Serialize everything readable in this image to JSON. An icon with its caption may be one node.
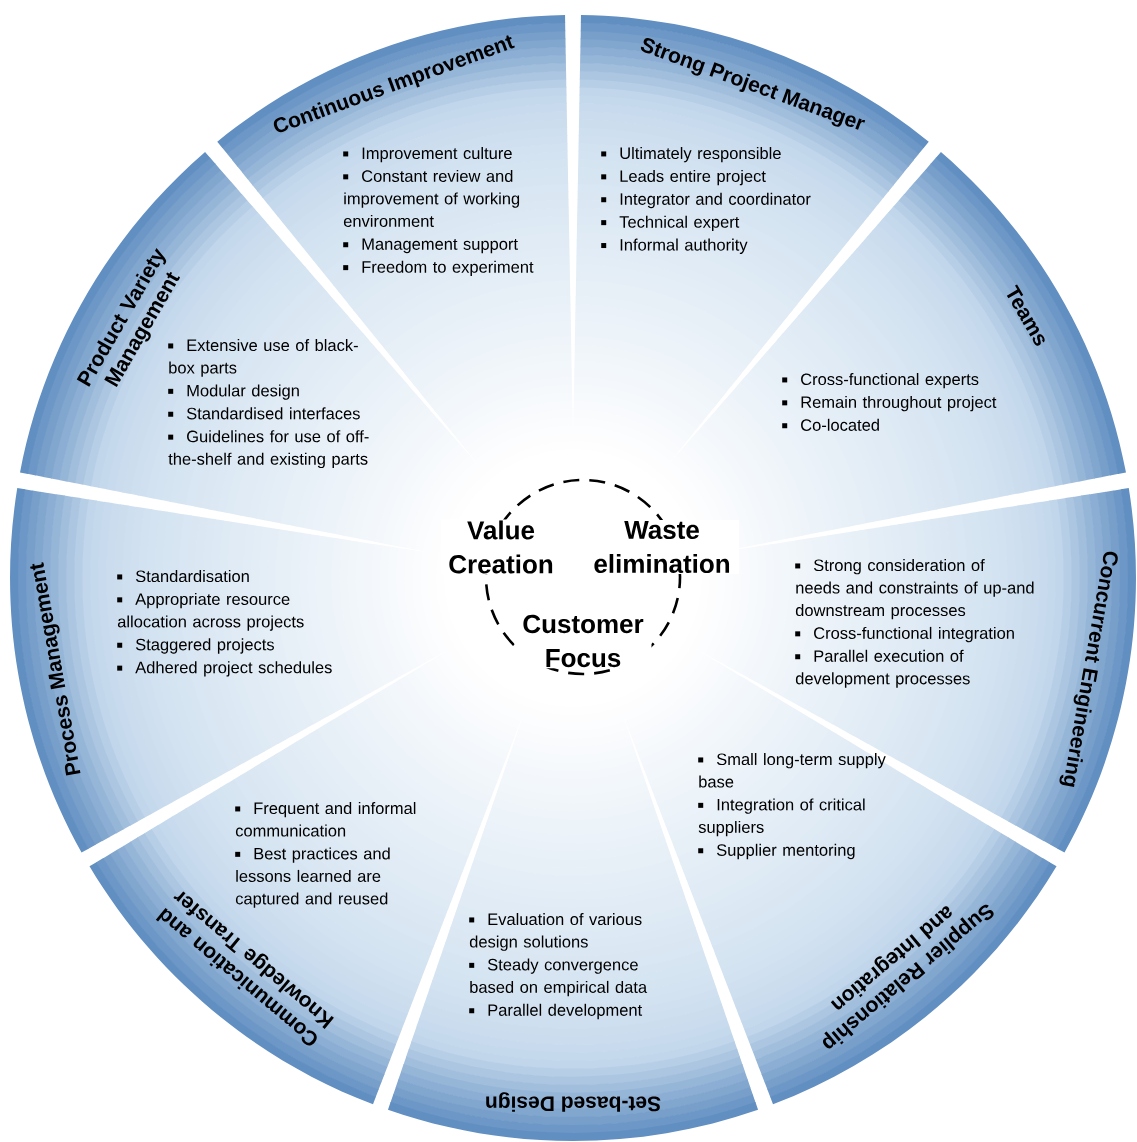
{
  "diagram": {
    "nodes": [
      {
        "text": [
          "Continuous Improvement",
          "Improvement culture",
          "Constant review and improvement of working environment",
          "Management support",
          "Freedom to experiment"
        ]
      },
      {
        "text": [
          "Strong Project Manager",
          "Ultimately responsible",
          "Leads entire project",
          "Integrator and coordinator",
          "Technical expert",
          "Informal authority"
        ]
      },
      {
        "text": [
          "Teams",
          "Cross-functional experts",
          "Remain throughout project",
          "Co-located"
        ]
      },
      {
        "text": [
          "Concurrent Engineering",
          "Strong consideration of needs and constraints of up-and downstream processes",
          "Cross-functional integration",
          "Parallel execution of development processes"
        ]
      },
      {
        "text": [
          "Supplier Relationship and Integration",
          "Small long-term supply base",
          "Integration of critical suppliers",
          "Supplier mentoring"
        ]
      },
      {
        "text": [
          "Set-based Design",
          "Evaluation of various design solutions",
          "Steady convergence based on empirical data",
          "Parallel development"
        ]
      },
      {
        "text": [
          "Communication and Knowledge Transfer",
          "Frequent and informal communication",
          "Best practices and lessons learned are captured and reused"
        ]
      },
      {
        "text": [
          "Process Management",
          "Standardisation",
          "Appropriate resource allocation across projects",
          "Staggered projects",
          "Adhered project schedules"
        ]
      },
      {
        "text": [
          "Product Variety Management",
          "Extensive use of black-box parts",
          "Modular design",
          "Standardised interfaces",
          "Guidelines for use of off-the-shelf and existing parts"
        ]
      },
      {
        "text": [
          "Value Creation",
          "Waste elimination",
          "Customer Focus"
        ]
      }
    ]
  }
}
